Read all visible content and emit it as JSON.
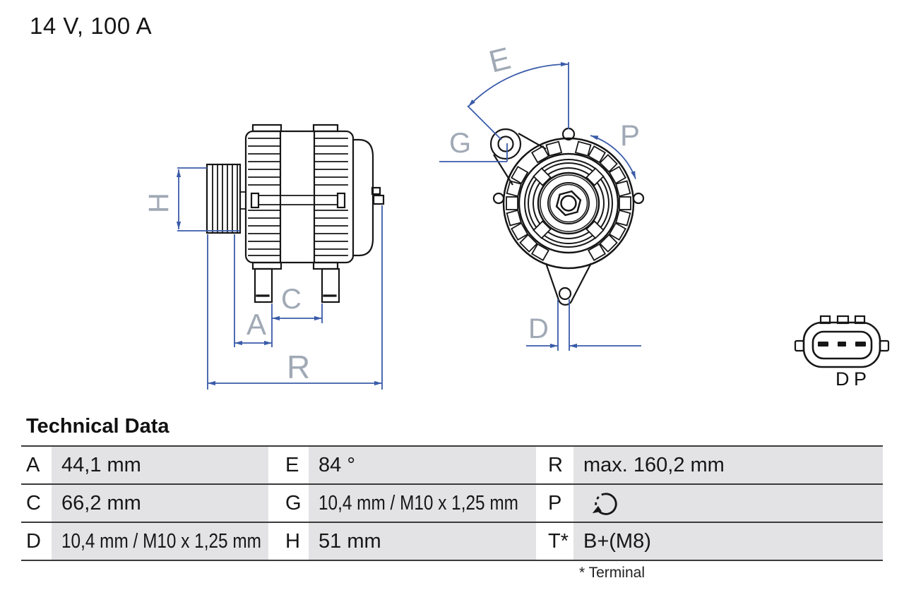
{
  "product": {
    "rating": "14 V, 100 A"
  },
  "drawing": {
    "dimension_labels": {
      "H": "H",
      "A": "A",
      "C": "C",
      "R": "R",
      "E": "E",
      "G": "G",
      "P": "P",
      "D": "D"
    },
    "connector_pin_labels": [
      "D",
      "P"
    ]
  },
  "technical_data": {
    "title": "Technical Data",
    "rows": [
      [
        {
          "key": "A",
          "value": "44,1 mm"
        },
        {
          "key": "E",
          "value": "84 °"
        },
        {
          "key": "R",
          "value": "max. 160,2 mm"
        }
      ],
      [
        {
          "key": "C",
          "value": "66,2 mm"
        },
        {
          "key": "G",
          "value": "10,4 mm / M10 x 1,25 mm"
        },
        {
          "key": "P",
          "value": "",
          "icon": "rotation-direction-icon"
        }
      ],
      [
        {
          "key": "D",
          "value": "10,4 mm / M10 x 1,25 mm"
        },
        {
          "key": "H",
          "value": "51 mm"
        },
        {
          "key": "T*",
          "value": "B+(M8)"
        }
      ]
    ],
    "footnote": "* Terminal"
  },
  "colors": {
    "dimension_line_blue": "#3A5BA9",
    "cad_label_gray": "#96A0AE",
    "table_cell_gray": "#E3E3E5",
    "drawing_line_black": "#161616"
  }
}
